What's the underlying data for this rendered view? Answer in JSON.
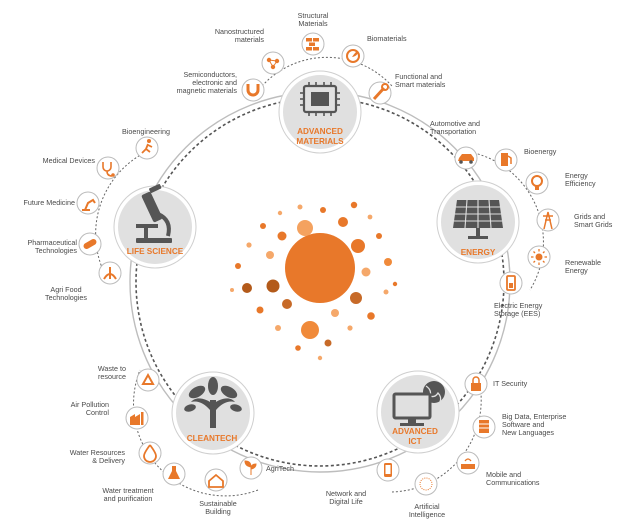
{
  "colors": {
    "accent": "#e8782a",
    "accent_light": "#f5a86a",
    "accent_dark": "#b35a1a",
    "ring": "#555555",
    "hub_fill": "#dcdcdc",
    "icon_gray": "#555555",
    "label_text": "#4a4a4a"
  },
  "hubs": {
    "advanced_materials": {
      "label_lines": [
        "ADVANCED",
        "MATERIALS"
      ],
      "icon": "chip-icon"
    },
    "energy": {
      "label_lines": [
        "ENERGY"
      ],
      "icon": "solar-panel-icon"
    },
    "advanced_ict": {
      "label_lines": [
        "ADVANCED",
        "ICT"
      ],
      "icon": "monitor-globe-icon"
    },
    "cleantech": {
      "label_lines": [
        "CLEANTECH"
      ],
      "icon": "tree-icon"
    },
    "life_science": {
      "label_lines": [
        "LIFE SCIENCE"
      ],
      "icon": "microscope-icon"
    }
  },
  "topics": {
    "advanced_materials": [
      {
        "lines": [
          "Semiconductors,",
          "electronic and",
          "magnetic materials"
        ],
        "icon": "magnet-icon"
      },
      {
        "lines": [
          "Nanostructured",
          "materials"
        ],
        "icon": "molecule-icon"
      },
      {
        "lines": [
          "Structural",
          "Materials"
        ],
        "icon": "bricks-icon"
      },
      {
        "lines": [
          "Biomaterials"
        ],
        "icon": "bio-leaf-icon"
      },
      {
        "lines": [
          "Functional and",
          "Smart materials"
        ],
        "icon": "wrench-icon"
      }
    ],
    "energy": [
      {
        "lines": [
          "Automotive and",
          "Transportation"
        ],
        "icon": "car-icon"
      },
      {
        "lines": [
          "Bioenergy"
        ],
        "icon": "fuel-pump-icon"
      },
      {
        "lines": [
          "Energy",
          "Efficiency"
        ],
        "icon": "bulb-icon"
      },
      {
        "lines": [
          "Grids and",
          "Smart Grids"
        ],
        "icon": "pylon-icon"
      },
      {
        "lines": [
          "Renewable",
          "Energy"
        ],
        "icon": "sun-icon"
      },
      {
        "lines": [
          "Electric Energy",
          "Storage (EES)"
        ],
        "icon": "battery-icon"
      }
    ],
    "advanced_ict": [
      {
        "lines": [
          "IT Security"
        ],
        "icon": "lock-icon"
      },
      {
        "lines": [
          "Big Data, Enterprise",
          "Software and",
          "New Languages"
        ],
        "icon": "database-icon"
      },
      {
        "lines": [
          "Mobile and",
          "Communications"
        ],
        "icon": "router-icon"
      },
      {
        "lines": [
          "Artificial",
          "Intelligence"
        ],
        "icon": "brain-icon"
      },
      {
        "lines": [
          "Network and",
          "Digital Life"
        ],
        "icon": "phone-icon"
      }
    ],
    "cleantech": [
      {
        "lines": [
          "AgriTech"
        ],
        "icon": "sprout-icon"
      },
      {
        "lines": [
          "Sustainable",
          "Building"
        ],
        "icon": "house-icon"
      },
      {
        "lines": [
          "Water treatment",
          "and purification"
        ],
        "icon": "flask-icon"
      },
      {
        "lines": [
          "Water Resources",
          "& Delivery"
        ],
        "icon": "water-drop-icon"
      },
      {
        "lines": [
          "Air Pollution",
          "Control"
        ],
        "icon": "factory-icon"
      },
      {
        "lines": [
          "Waste to",
          "resource"
        ],
        "icon": "recycle-icon"
      }
    ],
    "life_science": [
      {
        "lines": [
          "Agri Food",
          "Technologies"
        ],
        "icon": "wheat-icon"
      },
      {
        "lines": [
          "Pharmaceutical",
          "Technologies"
        ],
        "icon": "pill-icon"
      },
      {
        "lines": [
          "Future Medicine"
        ],
        "icon": "robot-arm-icon"
      },
      {
        "lines": [
          "Medical Devices"
        ],
        "icon": "stethoscope-icon"
      },
      {
        "lines": [
          "Bioengineering"
        ],
        "icon": "runner-icon"
      }
    ]
  }
}
